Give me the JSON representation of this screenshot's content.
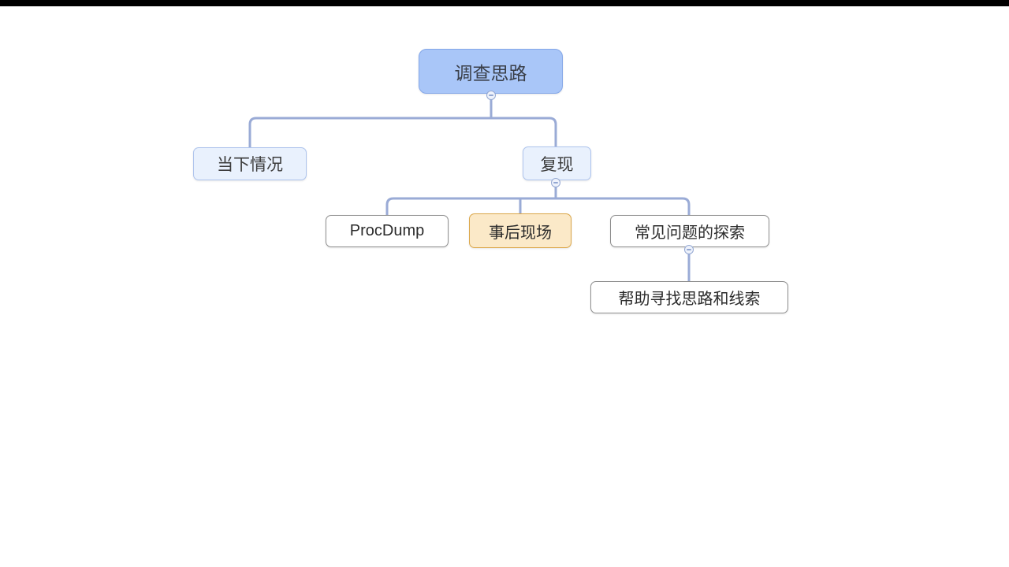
{
  "page": {
    "top_bar_color": "#000000",
    "canvas_background": "#ffffff"
  },
  "mindmap": {
    "nodes": {
      "root": "调查思路",
      "current_situation": "当下情况",
      "reproduce": "复现",
      "procdump": "ProcDump",
      "aftermath_scene": "事后现场",
      "common_problems": "常见问题的探索",
      "find_clues": "帮助寻找思路和线索"
    },
    "colors": {
      "root_fill": "#a9c6f8",
      "root_border": "#84a7e8",
      "branch_fill": "#e9f1fd",
      "branch_border": "#aec4ed",
      "leaf_fill": "#ffffff",
      "leaf_border": "#8f8f8f",
      "highlight_fill": "#fbe9c8",
      "highlight_border": "#dba648",
      "connector": "#9aabd6"
    }
  }
}
